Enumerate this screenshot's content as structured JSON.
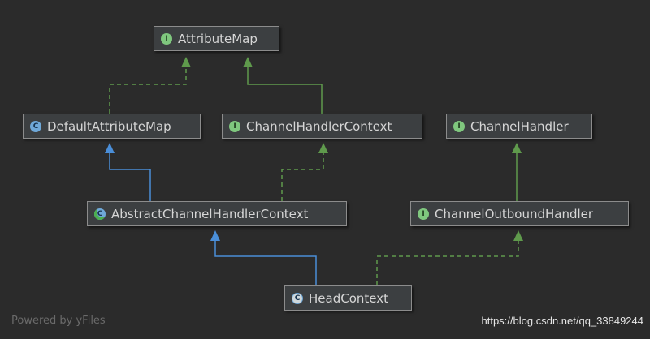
{
  "nodes": {
    "attribute_map": {
      "label": "AttributeMap",
      "kind": "interface",
      "badge": "I"
    },
    "default_attribute_map": {
      "label": "DefaultAttributeMap",
      "kind": "class",
      "badge": "C"
    },
    "channel_handler_context": {
      "label": "ChannelHandlerContext",
      "kind": "interface",
      "badge": "I"
    },
    "channel_handler": {
      "label": "ChannelHandler",
      "kind": "interface",
      "badge": "I"
    },
    "abstract_channel_handler_context": {
      "label": "AbstractChannelHandlerContext",
      "kind": "abstract-class",
      "badge": "C"
    },
    "channel_outbound_handler": {
      "label": "ChannelOutboundHandler",
      "kind": "interface",
      "badge": "I"
    },
    "head_context": {
      "label": "HeadContext",
      "kind": "final-class",
      "badge": "C"
    }
  },
  "edges": [
    {
      "from": "default_attribute_map",
      "to": "attribute_map",
      "type": "implements"
    },
    {
      "from": "channel_handler_context",
      "to": "attribute_map",
      "type": "extends-interface"
    },
    {
      "from": "channel_outbound_handler",
      "to": "channel_handler",
      "type": "extends-interface"
    },
    {
      "from": "abstract_channel_handler_context",
      "to": "default_attribute_map",
      "type": "extends-class"
    },
    {
      "from": "abstract_channel_handler_context",
      "to": "channel_handler_context",
      "type": "implements"
    },
    {
      "from": "head_context",
      "to": "abstract_channel_handler_context",
      "type": "extends-class"
    },
    {
      "from": "head_context",
      "to": "channel_outbound_handler",
      "type": "implements"
    }
  ],
  "colors": {
    "background": "#2b2b2b",
    "implements": "#5f9a4c",
    "extends_interface": "#5f9a4c",
    "extends_class": "#4a8ed8"
  },
  "footer": "Powered by yFiles",
  "watermark": "https://blog.csdn.net/qq_33849244"
}
